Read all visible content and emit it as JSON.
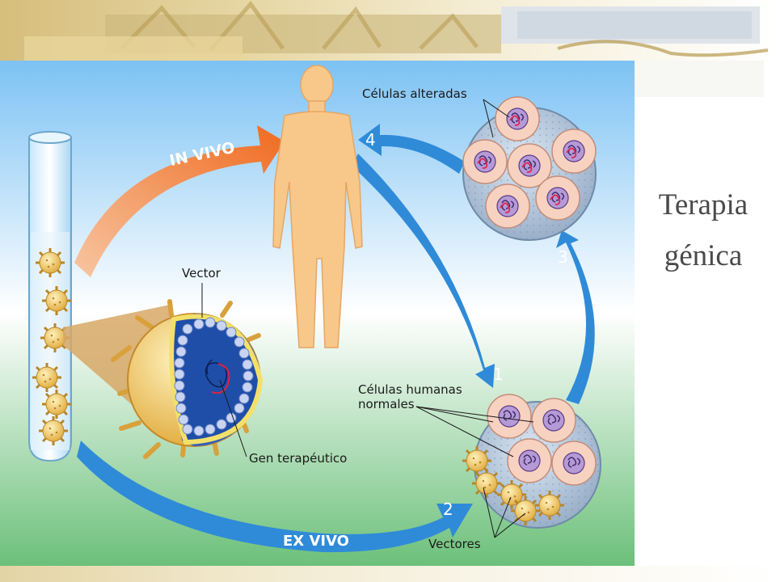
{
  "slide": {
    "title_line1": "Terapia",
    "title_line2": "génica"
  },
  "diagram": {
    "labels": {
      "altered_cells": "Células alteradas",
      "normal_cells_line1": "Células humanas",
      "normal_cells_line2": "normales",
      "vector": "Vector",
      "therapeutic_gene": "Gen terapéutico",
      "vectors": "Vectores",
      "in_vivo": "IN VIVO",
      "ex_vivo": "EX VIVO"
    },
    "steps": [
      "1",
      "2",
      "3",
      "4"
    ]
  }
}
